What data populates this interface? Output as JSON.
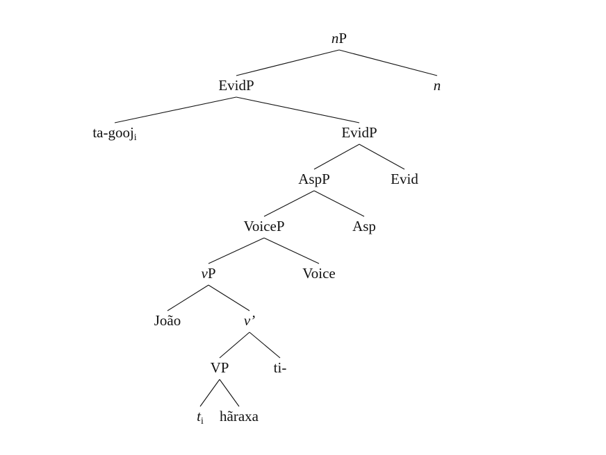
{
  "tree": {
    "nodes": [
      {
        "id": "nP",
        "parts": [
          {
            "t": "n",
            "i": true
          },
          {
            "t": "P"
          }
        ]
      },
      {
        "id": "n",
        "parts": [
          {
            "t": "n",
            "i": true
          }
        ]
      },
      {
        "id": "EvidP1",
        "parts": [
          {
            "t": "EvidP"
          }
        ]
      },
      {
        "id": "tagooj",
        "parts": [
          {
            "t": "ta-gooj"
          },
          {
            "t": "i",
            "sub": true
          }
        ]
      },
      {
        "id": "EvidP2",
        "parts": [
          {
            "t": "EvidP"
          }
        ]
      },
      {
        "id": "AspP",
        "parts": [
          {
            "t": "AspP"
          }
        ]
      },
      {
        "id": "Evid",
        "parts": [
          {
            "t": "Evid"
          }
        ]
      },
      {
        "id": "VoiceP",
        "parts": [
          {
            "t": "VoiceP"
          }
        ]
      },
      {
        "id": "Asp",
        "parts": [
          {
            "t": "Asp"
          }
        ]
      },
      {
        "id": "vP",
        "parts": [
          {
            "t": "v",
            "i": true
          },
          {
            "t": "P"
          }
        ]
      },
      {
        "id": "Voice",
        "parts": [
          {
            "t": "Voice"
          }
        ]
      },
      {
        "id": "Joao",
        "parts": [
          {
            "t": "João"
          }
        ]
      },
      {
        "id": "vbar",
        "parts": [
          {
            "t": "v’",
            "i": true
          }
        ]
      },
      {
        "id": "VP",
        "parts": [
          {
            "t": "VP"
          }
        ]
      },
      {
        "id": "ti",
        "parts": [
          {
            "t": "ti-"
          }
        ]
      },
      {
        "id": "trace",
        "parts": [
          {
            "t": "t",
            "i": true
          },
          {
            "t": "i",
            "sub": true
          }
        ]
      },
      {
        "id": "haraxa",
        "parts": [
          {
            "t": "hãraxa"
          }
        ]
      }
    ],
    "edges": [
      [
        "nP",
        "EvidP1"
      ],
      [
        "nP",
        "n"
      ],
      [
        "EvidP1",
        "tagooj"
      ],
      [
        "EvidP1",
        "EvidP2"
      ],
      [
        "EvidP2",
        "AspP"
      ],
      [
        "EvidP2",
        "Evid"
      ],
      [
        "AspP",
        "VoiceP"
      ],
      [
        "AspP",
        "Asp"
      ],
      [
        "VoiceP",
        "vP"
      ],
      [
        "VoiceP",
        "Voice"
      ],
      [
        "vP",
        "Joao"
      ],
      [
        "vP",
        "vbar"
      ],
      [
        "vbar",
        "VP"
      ],
      [
        "vbar",
        "ti"
      ],
      [
        "VP",
        "trace"
      ],
      [
        "VP",
        "haraxa"
      ]
    ]
  }
}
